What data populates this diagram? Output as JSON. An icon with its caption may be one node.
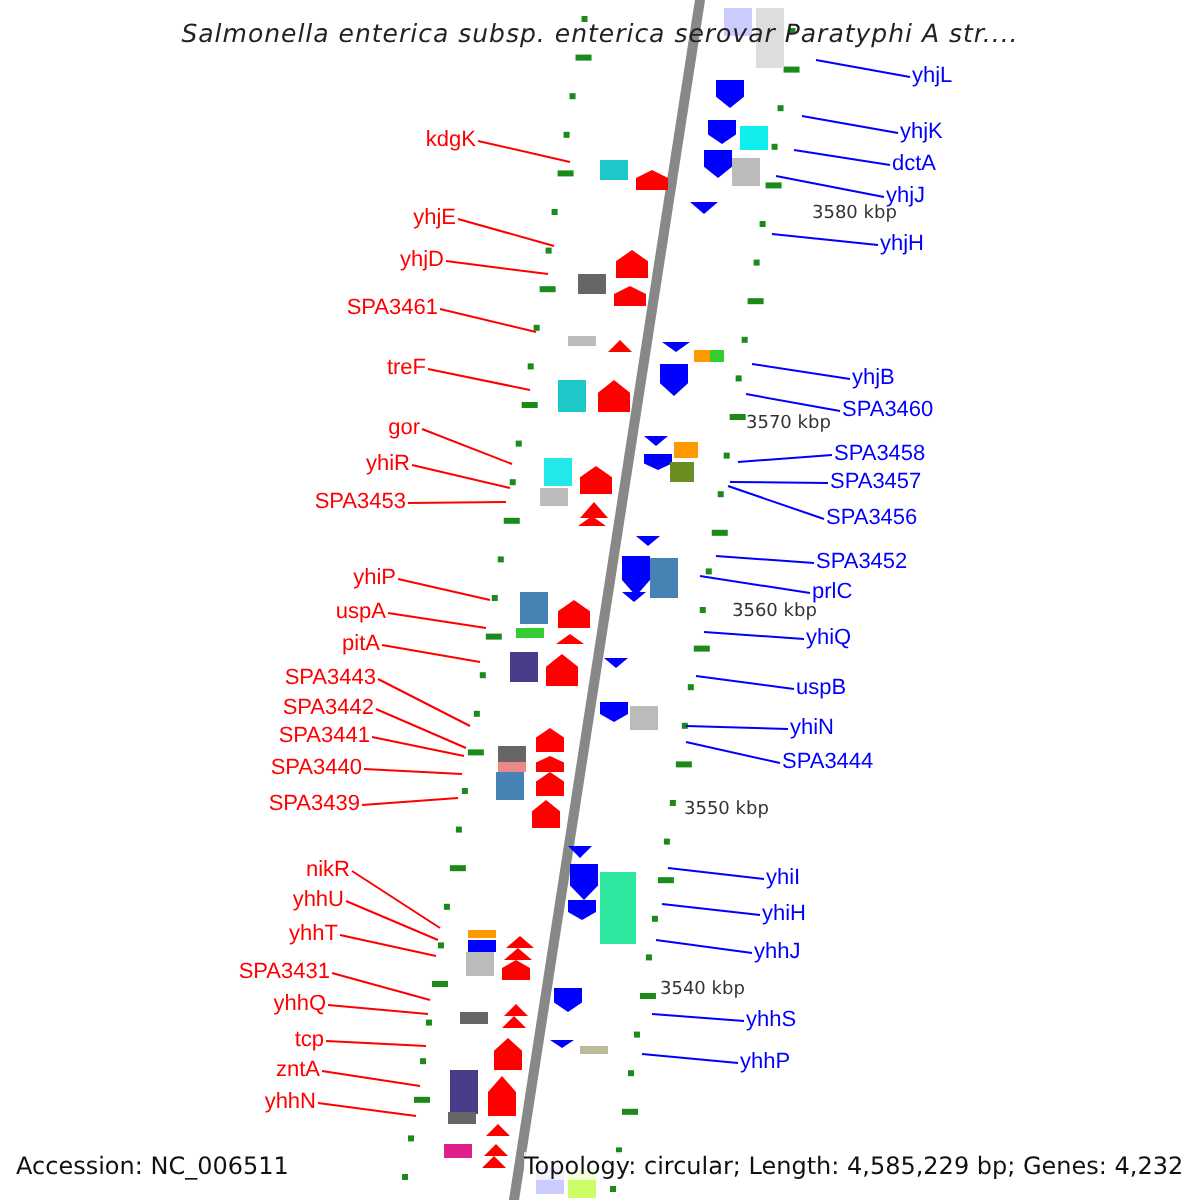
{
  "diagram": {
    "title": "Salmonella enterica subsp. enterica serovar Paratyphi A str....",
    "nodes": [
      {
        "text": [
          "kdgK"
        ]
      },
      {
        "text": [
          "yhjE"
        ]
      },
      {
        "text": [
          "yhjD"
        ]
      },
      {
        "text": [
          "SPA3461"
        ]
      },
      {
        "text": [
          "treF"
        ]
      },
      {
        "text": [
          "gor"
        ]
      },
      {
        "text": [
          "yhiR"
        ]
      },
      {
        "text": [
          "SPA3453"
        ]
      },
      {
        "text": [
          "yhiP"
        ]
      },
      {
        "text": [
          "uspA"
        ]
      },
      {
        "text": [
          "pitA"
        ]
      },
      {
        "text": [
          "SPA3443"
        ]
      },
      {
        "text": [
          "SPA3442"
        ]
      },
      {
        "text": [
          "SPA3441"
        ]
      },
      {
        "text": [
          "SPA3440"
        ]
      },
      {
        "text": [
          "SPA3439"
        ]
      },
      {
        "text": [
          "nikR"
        ]
      },
      {
        "text": [
          "yhhU"
        ]
      },
      {
        "text": [
          "yhhT"
        ]
      },
      {
        "text": [
          "SPA3431"
        ]
      },
      {
        "text": [
          "yhhQ"
        ]
      },
      {
        "text": [
          "tcp"
        ]
      },
      {
        "text": [
          "zntA"
        ]
      },
      {
        "text": [
          "yhhN"
        ]
      },
      {
        "text": [
          "yhjL"
        ]
      },
      {
        "text": [
          "yhjK"
        ]
      },
      {
        "text": [
          "dctA"
        ]
      },
      {
        "text": [
          "yhjJ"
        ]
      },
      {
        "text": [
          "yhjH"
        ]
      },
      {
        "text": [
          "yhjB"
        ]
      },
      {
        "text": [
          "SPA3460"
        ]
      },
      {
        "text": [
          "SPA3458"
        ]
      },
      {
        "text": [
          "SPA3457"
        ]
      },
      {
        "text": [
          "SPA3456"
        ]
      },
      {
        "text": [
          "SPA3452"
        ]
      },
      {
        "text": [
          "prlC"
        ]
      },
      {
        "text": [
          "yhiQ"
        ]
      },
      {
        "text": [
          "uspB"
        ]
      },
      {
        "text": [
          "yhiN"
        ]
      },
      {
        "text": [
          "SPA3444"
        ]
      },
      {
        "text": [
          "yhiI"
        ]
      },
      {
        "text": [
          "yhiH"
        ]
      },
      {
        "text": [
          "yhhJ"
        ]
      },
      {
        "text": [
          "yhhS"
        ]
      },
      {
        "text": [
          "yhhP"
        ]
      }
    ],
    "edges": [
      {
        "from": 0,
        "to": null,
        "arrow": "none"
      },
      {
        "from": 1,
        "to": null,
        "arrow": "none"
      },
      {
        "from": 2,
        "to": null,
        "arrow": "none"
      },
      {
        "from": 3,
        "to": null,
        "arrow": "none"
      },
      {
        "from": 4,
        "to": null,
        "arrow": "none"
      },
      {
        "from": 5,
        "to": null,
        "arrow": "none"
      },
      {
        "from": 6,
        "to": null,
        "arrow": "none"
      },
      {
        "from": 7,
        "to": null,
        "arrow": "none"
      },
      {
        "from": 8,
        "to": null,
        "arrow": "none"
      },
      {
        "from": 9,
        "to": null,
        "arrow": "none"
      },
      {
        "from": 10,
        "to": null,
        "arrow": "none"
      },
      {
        "from": 11,
        "to": null,
        "arrow": "none"
      },
      {
        "from": 12,
        "to": null,
        "arrow": "none"
      },
      {
        "from": 13,
        "to": null,
        "arrow": "none"
      },
      {
        "from": 14,
        "to": null,
        "arrow": "none"
      },
      {
        "from": 15,
        "to": null,
        "arrow": "none"
      },
      {
        "from": 16,
        "to": null,
        "arrow": "none"
      },
      {
        "from": 17,
        "to": null,
        "arrow": "none"
      },
      {
        "from": 18,
        "to": null,
        "arrow": "none"
      },
      {
        "from": 19,
        "to": null,
        "arrow": "none"
      },
      {
        "from": 20,
        "to": null,
        "arrow": "none"
      },
      {
        "from": 21,
        "to": null,
        "arrow": "none"
      },
      {
        "from": 22,
        "to": null,
        "arrow": "none"
      },
      {
        "from": 23,
        "to": null,
        "arrow": "none"
      },
      {
        "from": 24,
        "to": null,
        "arrow": "none",
        "color": "#0000ff"
      },
      {
        "from": 25,
        "to": null,
        "arrow": "none",
        "color": "#0000ff"
      },
      {
        "from": 26,
        "to": null,
        "arrow": "none",
        "color": "#0000ff"
      },
      {
        "from": 27,
        "to": null,
        "arrow": "none",
        "color": "#0000ff"
      },
      {
        "from": 28,
        "to": null,
        "arrow": "none",
        "color": "#0000ff"
      },
      {
        "from": 29,
        "to": null,
        "arrow": "none",
        "color": "#0000ff"
      },
      {
        "from": 30,
        "to": null,
        "arrow": "none",
        "color": "#0000ff"
      },
      {
        "from": 31,
        "to": null,
        "arrow": "none",
        "color": "#0000ff"
      },
      {
        "from": 32,
        "to": null,
        "arrow": "none",
        "color": "#0000ff"
      },
      {
        "from": 33,
        "to": null,
        "arrow": "none",
        "color": "#0000ff"
      },
      {
        "from": 34,
        "to": null,
        "arrow": "none",
        "color": "#0000ff"
      },
      {
        "from": 35,
        "to": null,
        "arrow": "none",
        "color": "#0000ff"
      },
      {
        "from": 36,
        "to": null,
        "arrow": "none",
        "color": "#0000ff"
      },
      {
        "from": 37,
        "to": null,
        "arrow": "none",
        "color": "#0000ff"
      },
      {
        "from": 38,
        "to": null,
        "arrow": "none",
        "color": "#0000ff"
      },
      {
        "from": 39,
        "to": null,
        "arrow": "none",
        "color": "#0000ff"
      },
      {
        "from": 40,
        "to": null,
        "arrow": "none",
        "color": "#0000ff"
      },
      {
        "from": 41,
        "to": null,
        "arrow": "none",
        "color": "#0000ff"
      },
      {
        "from": 42,
        "to": null,
        "arrow": "none",
        "color": "#0000ff"
      },
      {
        "from": 43,
        "to": null,
        "arrow": "none",
        "color": "#0000ff"
      },
      {
        "from": 44,
        "to": null,
        "arrow": "none",
        "color": "#0000ff"
      }
    ],
    "labels": [
      "3580 kbp",
      "3570 kbp",
      "3560 kbp",
      "3550 kbp",
      "3540 kbp",
      "Accession: NC_006511",
      "Topology: circular; Length: 4,585,229 bp; Genes: 4,232"
    ]
  }
}
